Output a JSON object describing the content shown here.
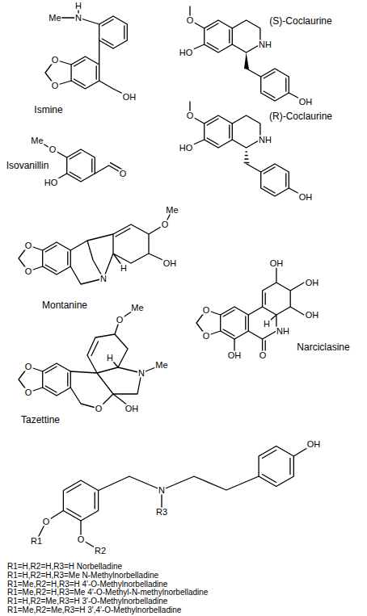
{
  "diagram": {
    "labels": [
      "Me",
      "N",
      "H",
      "O",
      "O",
      "OH",
      "Ismine",
      "O",
      "HO",
      "NH",
      "OH",
      "(S)-Coclaurine",
      "O",
      "HO",
      "NH",
      "OH",
      "(R)-Coclaurine",
      "Me",
      "O",
      "HO",
      "O",
      "Isovanillin",
      "O",
      "O",
      "O",
      "Me",
      "OH",
      "N",
      "H",
      "Montanine",
      "OH",
      "OH",
      "OH",
      "O",
      "O",
      "NH",
      "H",
      "O",
      "OH",
      "Narciclasine",
      "Me",
      "O",
      "N",
      "Me",
      "O",
      "O",
      "O",
      "OH",
      "H",
      "Tazettine",
      "OH",
      "N",
      "R3",
      "O",
      "R1",
      "O",
      "R2",
      "R1=H,R2=H,R3=H Norbelladine",
      "R1=H,R2=H,R3=Me N-Methylnorbelladine",
      "R1=Me,R2=H,R3=H 4'-O-Methylnorbelladine",
      "R1=Me,R2=H,R3=Me 4'-O-Methyl-N-methylnorbelladine",
      "R1=H,R2=Me,R3=H 3'-O-Methylnorbelladine",
      "R1=Me,R2=Me,R3=H 3',4'-O-Methylnorbelladine"
    ]
  }
}
